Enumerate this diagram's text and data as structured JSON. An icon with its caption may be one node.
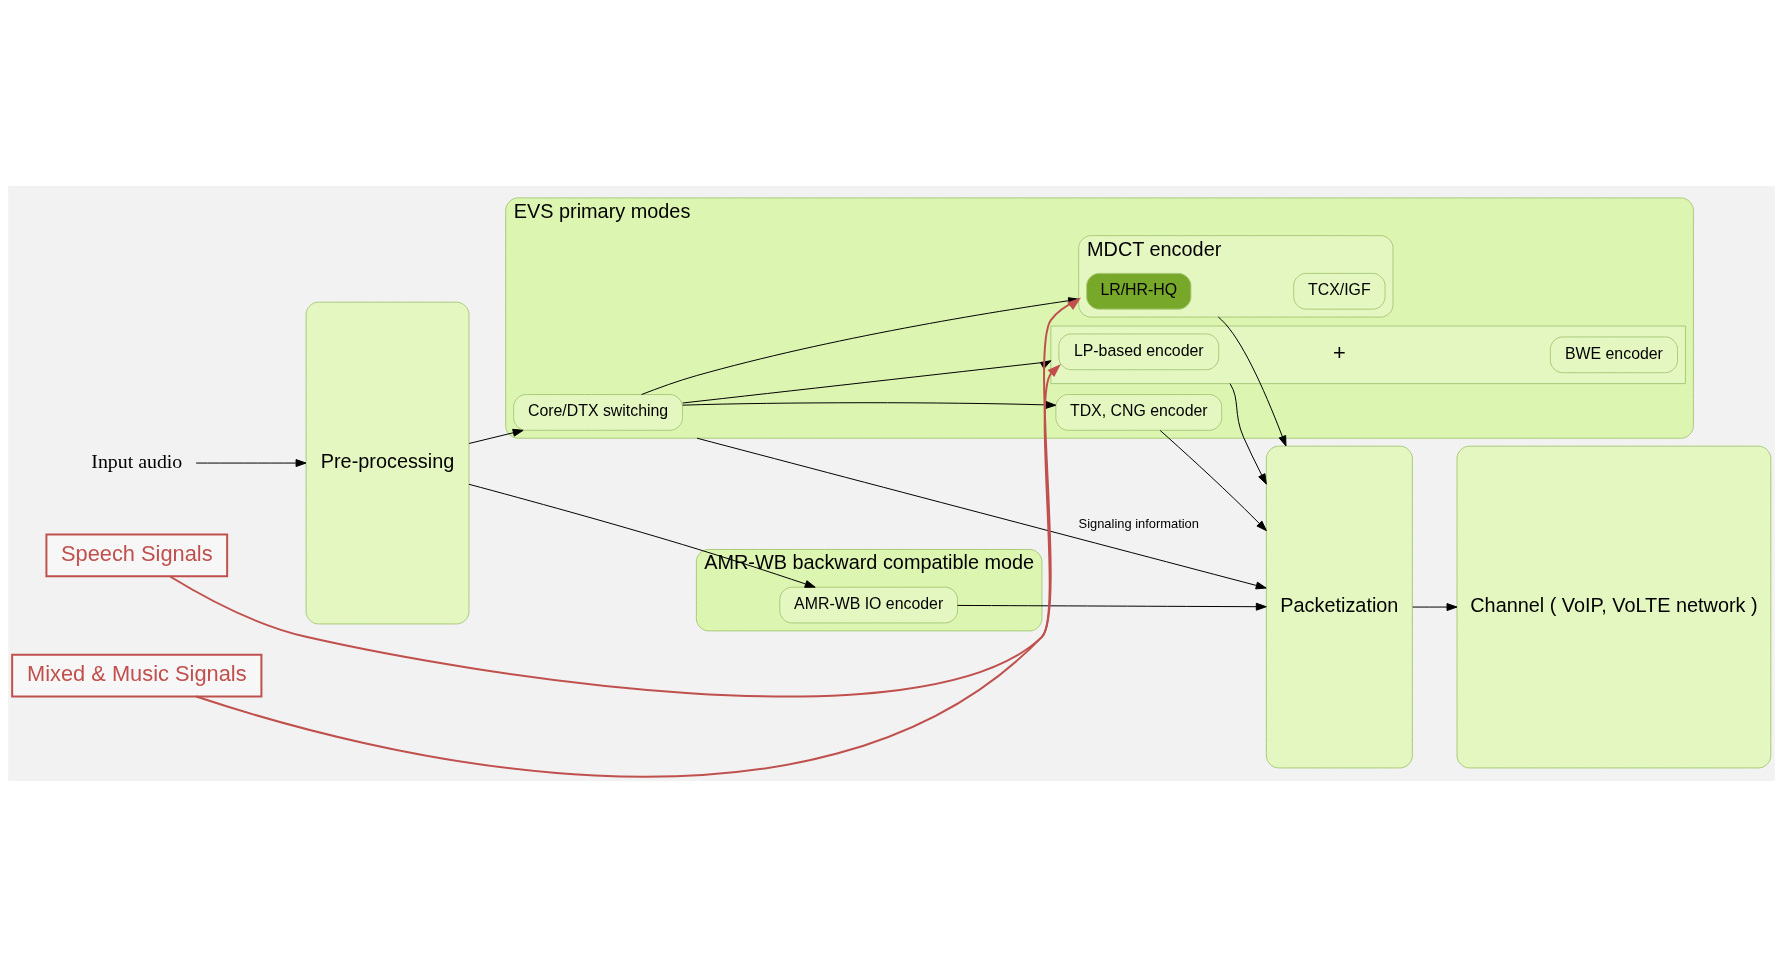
{
  "diagram": {
    "nodes": [
      {
        "text": [
          "Input audio"
        ]
      },
      {
        "text": [
          "Pre-processing"
        ]
      },
      {
        "text": [
          "EVS primary modes"
        ]
      },
      {
        "text": [
          "Core/DTX switching"
        ],
        "in": 2
      },
      {
        "text": [],
        "shape": "box",
        "in": 2
      },
      {
        "text": [
          "LP-based encoder"
        ],
        "in": 4
      },
      {
        "text": [
          "BWE encoder"
        ],
        "in": 4
      },
      {
        "text": [
          "MDCT encoder"
        ],
        "in": 2
      },
      {
        "text": [
          "LR/HR-HQ"
        ],
        "in": 7
      },
      {
        "text": [
          "TCX/IGF"
        ],
        "in": 7
      },
      {
        "text": [
          "TDX, CNG encoder"
        ],
        "in": 2
      },
      {
        "text": [
          "AMR-WB backward compatible mode"
        ]
      },
      {
        "text": [
          "AMR-WB IO encoder"
        ],
        "in": 11
      },
      {
        "text": [
          "Packetization"
        ]
      },
      {
        "text": [
          "Channel ( VoIP, VoLTE network )"
        ]
      },
      {
        "text": [
          "Speech Signals"
        ]
      },
      {
        "text": [
          "Mixed & Music Signals"
        ]
      }
    ],
    "edges": [
      {
        "from": 0,
        "to": 1,
        "arrow": "to"
      },
      {
        "from": 1,
        "to": 3,
        "arrow": "to"
      },
      {
        "from": 3,
        "to": 4,
        "arrow": "to"
      },
      {
        "from": 3,
        "to": 7,
        "arrow": "to"
      },
      {
        "from": 3,
        "to": 10,
        "arrow": "to"
      },
      {
        "from": 1,
        "to": 12,
        "arrow": "to"
      },
      {
        "from": 2,
        "to": 13,
        "arrow": "to",
        "label": "Signaling information"
      },
      {
        "from": 4,
        "to": 13,
        "arrow": "to"
      },
      {
        "from": 7,
        "to": 13,
        "arrow": "to"
      },
      {
        "from": 10,
        "to": 13,
        "arrow": "to"
      },
      {
        "from": 12,
        "to": 13,
        "arrow": "to"
      },
      {
        "from": 13,
        "to": 14,
        "arrow": "to"
      },
      {
        "from": 15,
        "to": 5,
        "arrow": "to",
        "color": "#c0504d"
      },
      {
        "from": 16,
        "to": 7,
        "arrow": "to",
        "color": "#c0504d"
      }
    ],
    "labels": [
      "+"
    ]
  }
}
